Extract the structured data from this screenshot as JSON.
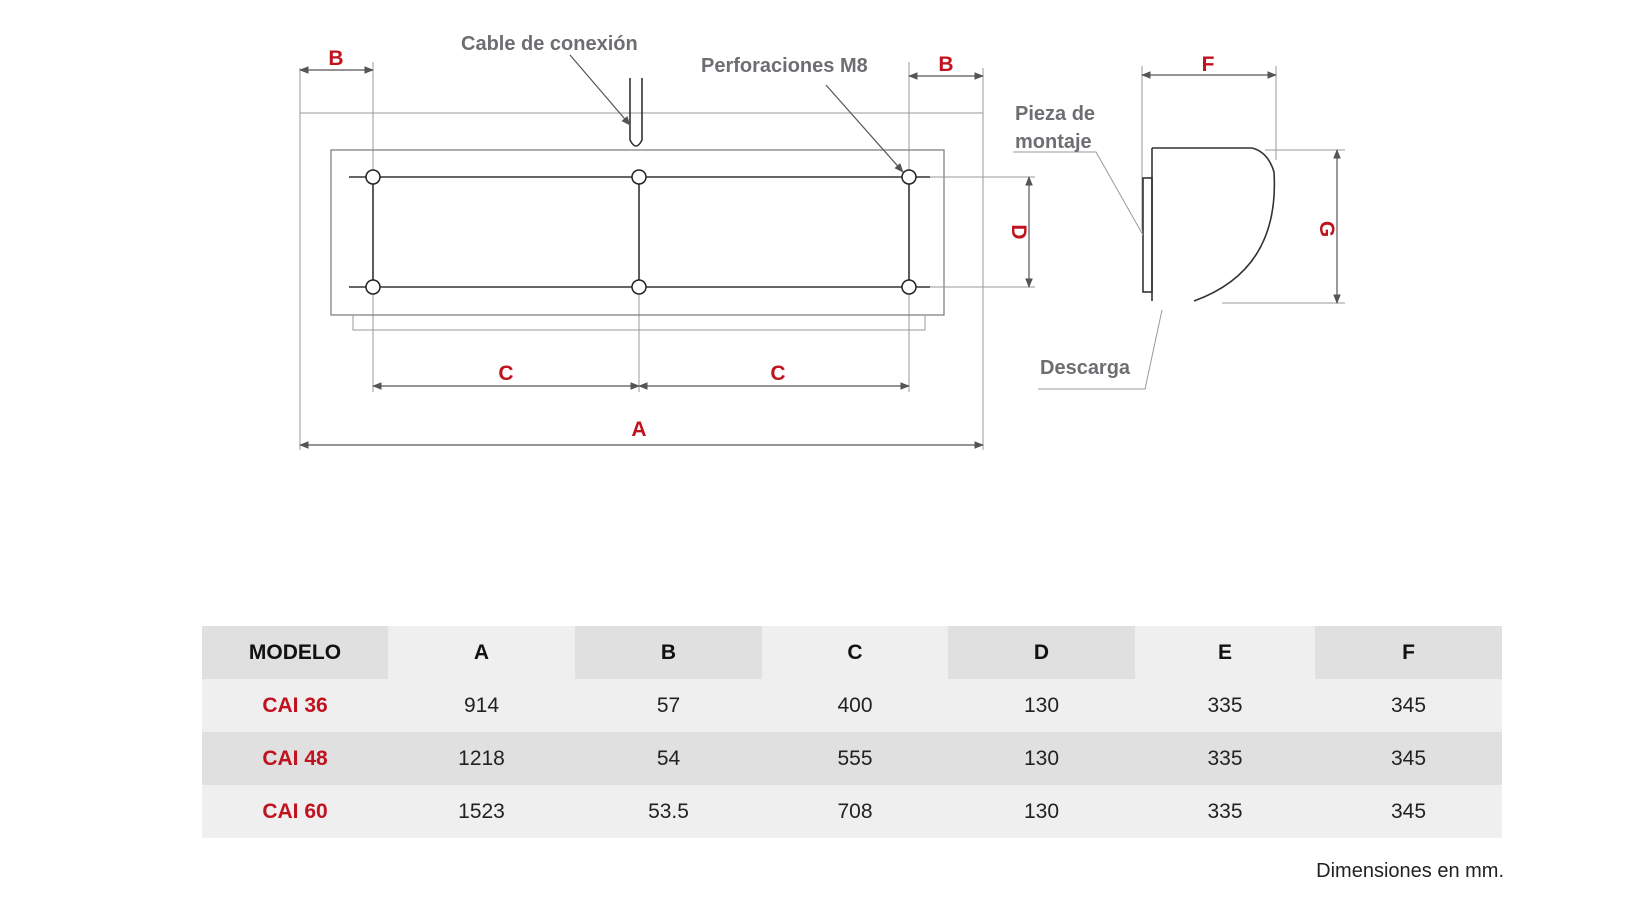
{
  "drawing": {
    "callouts": {
      "cable": "Cable de conexión",
      "holes": "Perforaciones M8",
      "mount_line1": "Pieza de",
      "mount_line2": "montaje",
      "discharge": "Descarga"
    },
    "dimension_letters": {
      "a": "A",
      "b_left": "B",
      "b_right": "B",
      "c_left": "C",
      "c_right": "C",
      "d": "D",
      "f": "F",
      "g": "G"
    },
    "accent_color": "#c1121f"
  },
  "table": {
    "headers": [
      "MODELO",
      "A",
      "B",
      "C",
      "D",
      "E",
      "F"
    ],
    "rows": [
      [
        "CAI 36",
        "914",
        "57",
        "400",
        "130",
        "335",
        "345"
      ],
      [
        "CAI 48",
        "1218",
        "54",
        "555",
        "130",
        "335",
        "345"
      ],
      [
        "CAI 60",
        "1523",
        "53.5",
        "708",
        "130",
        "335",
        "345"
      ]
    ]
  },
  "note": "Dimensiones en mm."
}
